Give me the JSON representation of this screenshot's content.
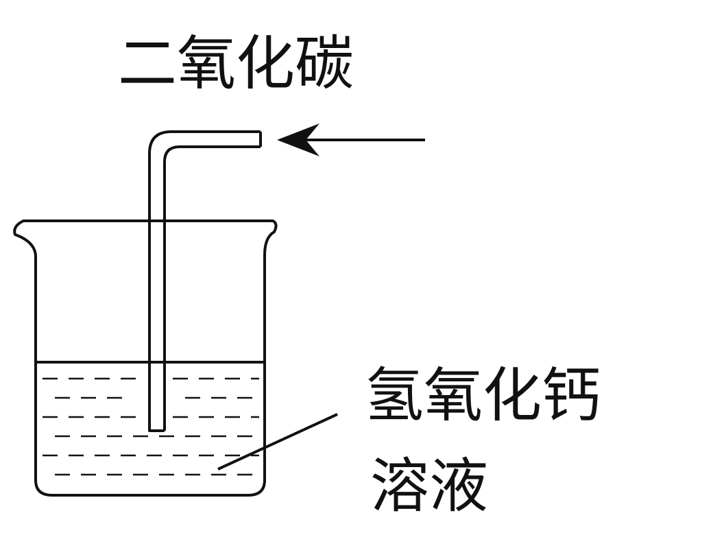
{
  "labels": {
    "gas": "二氧化碳",
    "solution_line1": "氢氧化钙",
    "solution_line2": "溶液"
  },
  "colors": {
    "ink": "#111111",
    "background": "#ffffff"
  }
}
